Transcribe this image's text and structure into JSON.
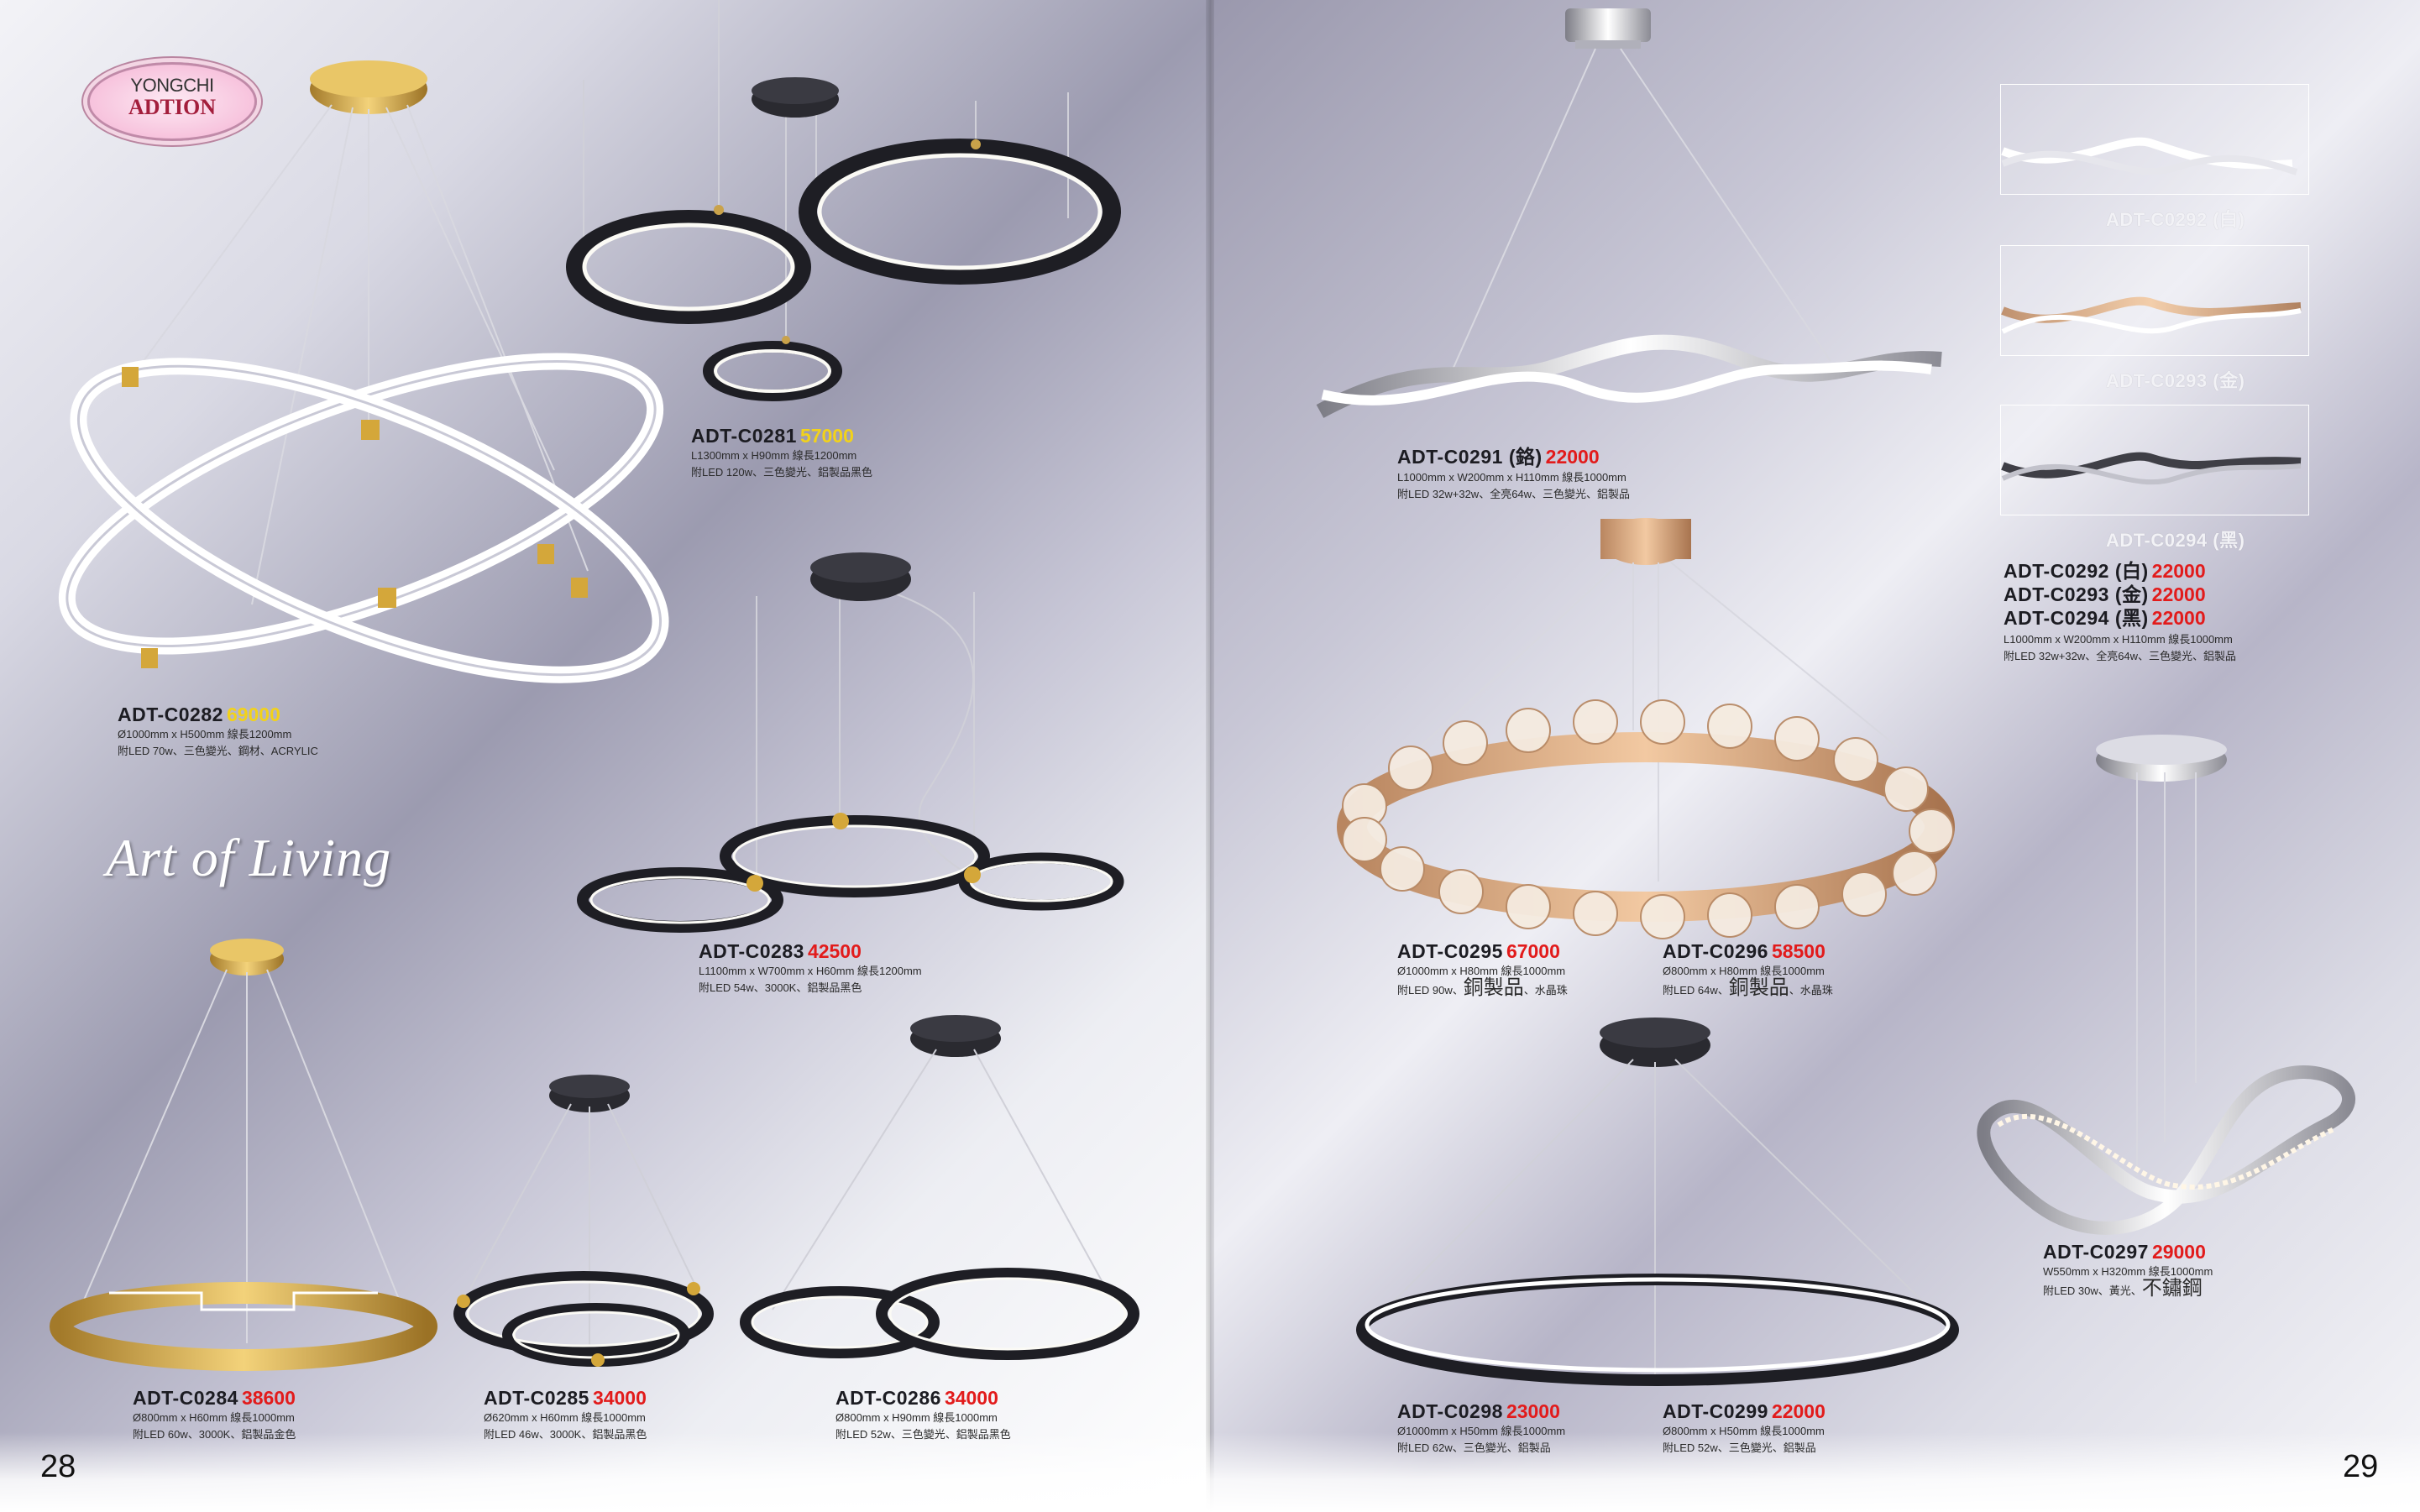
{
  "logo": {
    "line1": "YONGCHI",
    "line2": "ADTION"
  },
  "tagline": "Art of Living",
  "pages": {
    "left": "28",
    "right": "29"
  },
  "products": {
    "c0282": {
      "code": "ADT-C0282",
      "price": "69000",
      "spec1": "Ø1000mm x H500mm 線長1200mm",
      "spec2": "附LED 70w、三色變光、鋼材、ACRYLIC"
    },
    "c0281": {
      "code": "ADT-C0281",
      "price": "57000",
      "spec1": "L1300mm x H90mm 線長1200mm",
      "spec2": "附LED 120w、三色變光、鋁製品黑色"
    },
    "c0283": {
      "code": "ADT-C0283",
      "price": "42500",
      "spec1": "L1100mm x W700mm x H60mm 線長1200mm",
      "spec2": "附LED 54w、3000K、鋁製品黑色"
    },
    "c0284": {
      "code": "ADT-C0284",
      "price": "38600",
      "spec1": "Ø800mm x H60mm 線長1000mm",
      "spec2": "附LED 60w、3000K、鋁製品金色"
    },
    "c0285": {
      "code": "ADT-C0285",
      "price": "34000",
      "spec1": "Ø620mm x H60mm 線長1000mm",
      "spec2": "附LED 46w、3000K、鋁製品黑色"
    },
    "c0286": {
      "code": "ADT-C0286",
      "price": "34000",
      "spec1": "Ø800mm x H90mm 線長1000mm",
      "spec2": "附LED 52w、三色變光、鋁製品黑色"
    },
    "c0291": {
      "code": "ADT-C0291 (鉻)",
      "price": "22000",
      "spec1": "L1000mm x W200mm x H110mm 線長1000mm",
      "spec2": "附LED 32w+32w、全亮64w、三色變光、鋁製品"
    },
    "c0292_94": {
      "thumb1": "ADT-C0292 (白)",
      "thumb2": "ADT-C0293 (金)",
      "thumb3": "ADT-C0294 (黑)",
      "rows": [
        {
          "code": "ADT-C0292 (白)",
          "price": "22000"
        },
        {
          "code": "ADT-C0293 (金)",
          "price": "22000"
        },
        {
          "code": "ADT-C0294 (黑)",
          "price": "22000"
        }
      ],
      "spec1": "L1000mm x W200mm x H110mm 線長1000mm",
      "spec2": "附LED 32w+32w、全亮64w、三色變光、鋁製品"
    },
    "c0295": {
      "code": "ADT-C0295",
      "price": "67000",
      "spec1": "Ø1000mm x H80mm 線長1000mm",
      "spec2a": "附LED 90w、",
      "spec2b": "銅製品",
      "spec2c": "、水晶珠"
    },
    "c0296": {
      "code": "ADT-C0296",
      "price": "58500",
      "spec1": "Ø800mm x H80mm 線長1000mm",
      "spec2a": "附LED 64w、",
      "spec2b": "銅製品",
      "spec2c": "、水晶珠"
    },
    "c0297": {
      "code": "ADT-C0297",
      "price": "29000",
      "spec1": "W550mm x H320mm 線長1000mm",
      "spec2a": "附LED 30w、黃光、",
      "spec2b": "不鏽鋼"
    },
    "c0298": {
      "code": "ADT-C0298",
      "price": "23000",
      "spec1": "Ø1000mm x H50mm 線長1000mm",
      "spec2": "附LED 62w、三色變光、鋁製品"
    },
    "c0299": {
      "code": "ADT-C0299",
      "price": "22000",
      "spec1": "Ø800mm x H50mm 線長1000mm",
      "spec2": "附LED 52w、三色變光、鋁製品"
    }
  },
  "colors": {
    "price_yellow": "#f2d21a",
    "price_red": "#e21b1b",
    "gold": "#c9a24a",
    "black_ring": "#1e1e24"
  }
}
